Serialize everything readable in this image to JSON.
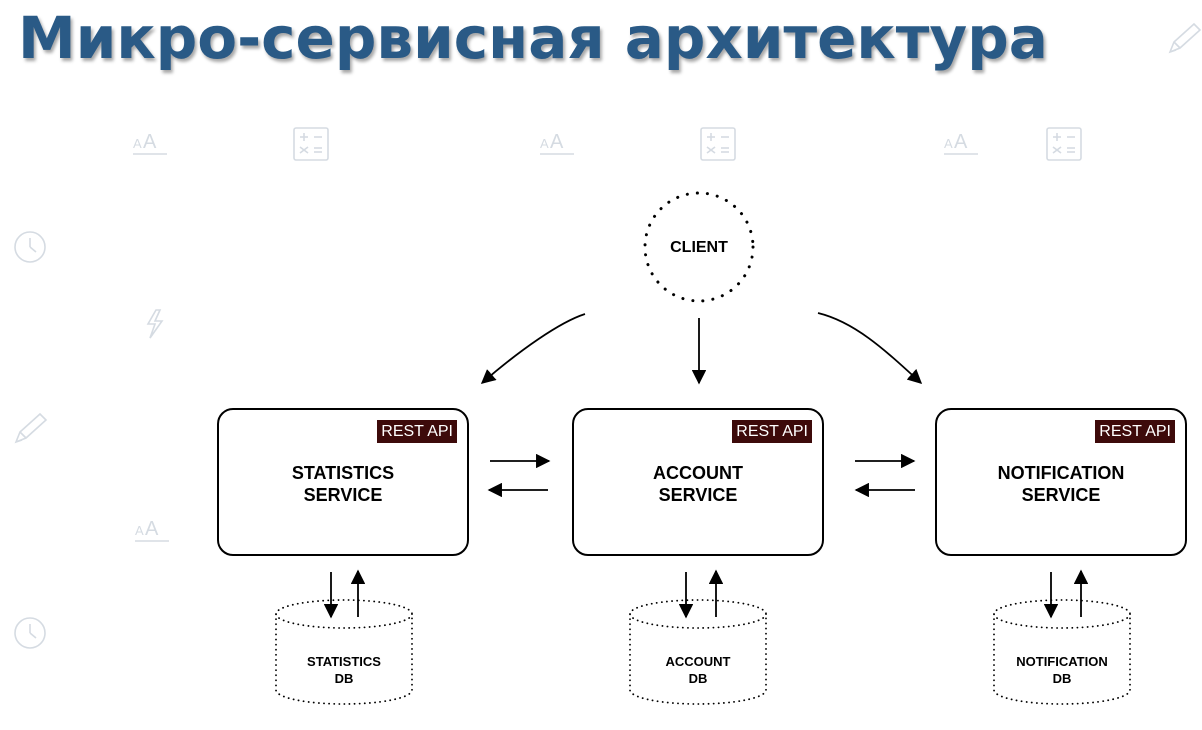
{
  "slide": {
    "title": "Микро-сервисная архитектура"
  },
  "diagram": {
    "client": {
      "label": "CLIENT"
    },
    "services": [
      {
        "name": "STATISTICS\nSERVICE",
        "api_badge": "REST API",
        "db_label": "STATISTICS\nDB"
      },
      {
        "name": "ACCOUNT\nSERVICE",
        "api_badge": "REST API",
        "db_label": "ACCOUNT\nDB"
      },
      {
        "name": "NOTIFICATION\nSERVICE",
        "api_badge": "REST API",
        "db_label": "NOTIFICATION\nDB"
      }
    ]
  },
  "background_icons": [
    "text-size-icon",
    "calculator-icon",
    "clock-icon",
    "lightning-icon",
    "pencil-icon"
  ],
  "colors": {
    "title": "#2a5a86",
    "badge": "#3d0a0a",
    "icons": "#d7dde4"
  }
}
